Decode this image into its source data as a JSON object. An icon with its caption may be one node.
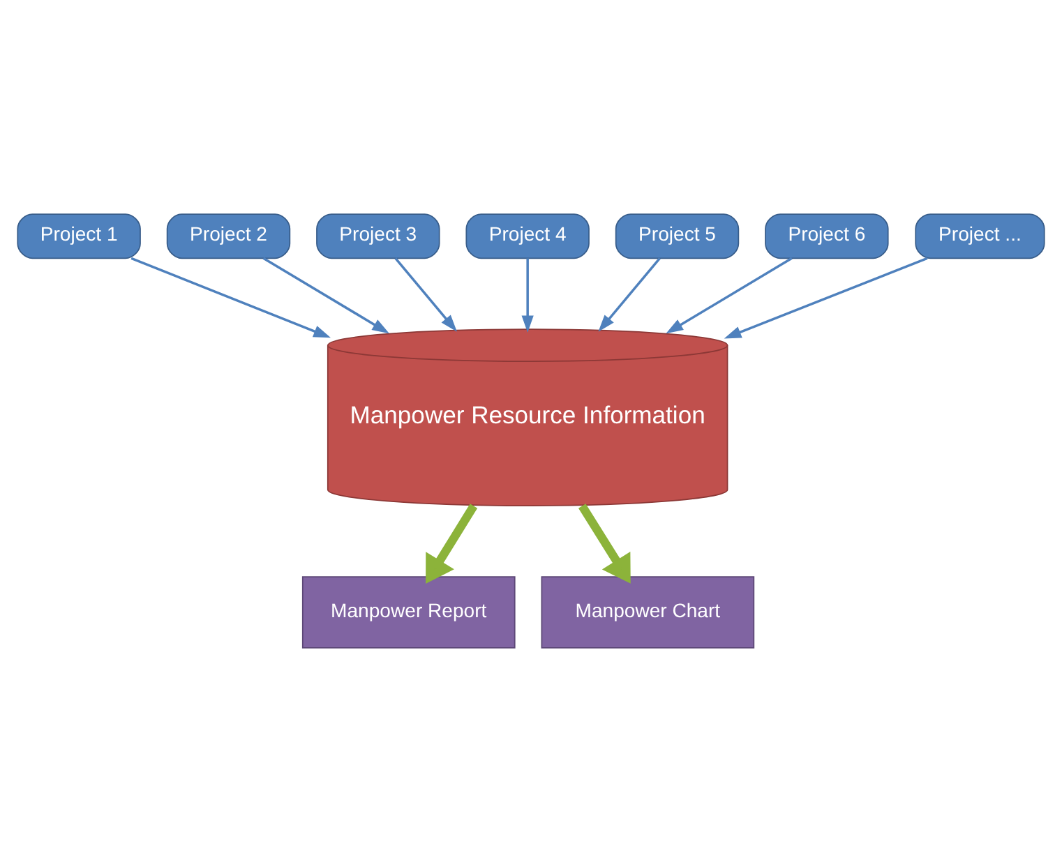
{
  "diagram": {
    "nodes": [
      {
        "text": [
          "Project 1"
        ]
      },
      {
        "text": [
          "Project 2"
        ]
      },
      {
        "text": [
          "Project 3"
        ]
      },
      {
        "text": [
          "Project 4"
        ]
      },
      {
        "text": [
          "Project 5"
        ]
      },
      {
        "text": [
          "Project 6"
        ]
      },
      {
        "text": [
          "Project ..."
        ]
      },
      {
        "text": [
          "Manpower Resource Information"
        ]
      },
      {
        "text": [
          "Manpower Report"
        ]
      },
      {
        "text": [
          "Manpower Chart"
        ]
      }
    ],
    "edges": [
      {
        "from": 0,
        "to": 7,
        "arrow": "to"
      },
      {
        "from": 1,
        "to": 7,
        "arrow": "to"
      },
      {
        "from": 2,
        "to": 7,
        "arrow": "to"
      },
      {
        "from": 3,
        "to": 7,
        "arrow": "to"
      },
      {
        "from": 4,
        "to": 7,
        "arrow": "to"
      },
      {
        "from": 5,
        "to": 7,
        "arrow": "to"
      },
      {
        "from": 6,
        "to": 7,
        "arrow": "to"
      },
      {
        "from": 7,
        "to": 8,
        "arrow": "to",
        "style": "thick",
        "color": "#8cb33a"
      },
      {
        "from": 7,
        "to": 9,
        "arrow": "to",
        "style": "thick",
        "color": "#8cb33a"
      }
    ]
  }
}
